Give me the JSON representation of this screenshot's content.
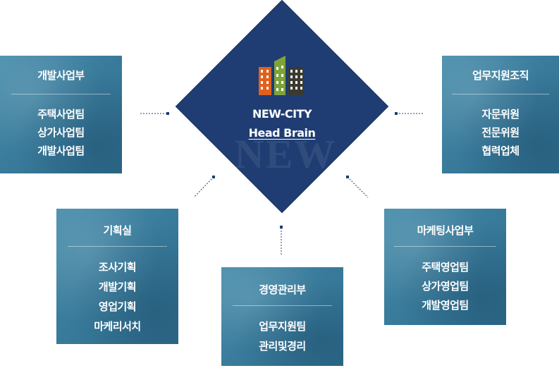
{
  "center": {
    "line1": "NEW-CITY",
    "line2": "Head Brain",
    "watermark": "NEW"
  },
  "boxes": {
    "dev": {
      "title": "개발사업부",
      "items": [
        "주택사업팀",
        "상가사업팀",
        "개발사업팀"
      ]
    },
    "support": {
      "title": "업무지원조직",
      "items": [
        "자문위원",
        "전문위원",
        "협력업체"
      ]
    },
    "planning": {
      "title": "기획실",
      "items": [
        "조사기획",
        "개발기획",
        "영업기획",
        "마케리서치"
      ]
    },
    "management": {
      "title": "경영관리부",
      "items": [
        "업무지원팀",
        "관리및경리"
      ]
    },
    "marketing": {
      "title": "마케팅사업부",
      "items": [
        "주택영업팀",
        "상가영업팀",
        "개발영업팀"
      ]
    }
  },
  "colors": {
    "diamond": "#1f3d72",
    "box": "#3a7c9c",
    "connector": "#1c3f73",
    "logo_orange": "#e0611e",
    "logo_green": "#7fa33a",
    "logo_dark": "#3a3a32"
  }
}
